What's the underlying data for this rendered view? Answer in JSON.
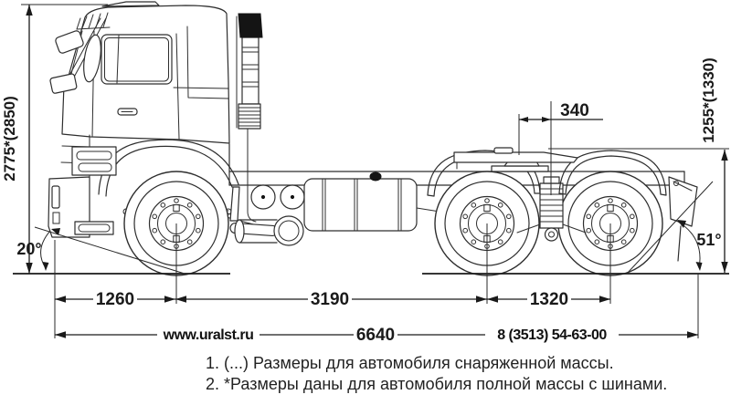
{
  "diagram": {
    "dimensions": {
      "overall_height": "2775*(2850)",
      "saddle_height": "1255*(1330)",
      "saddle_offset": "340",
      "approach_angle": "20°",
      "departure_angle": "51°",
      "front_overhang": "1260",
      "wheelbase": "3190",
      "rear_bogie_base": "1320",
      "overall_length": "6640"
    },
    "branding": {
      "website": "www.uralst.ru",
      "phone": "8 (3513) 54-63-00"
    },
    "notes": {
      "note1": "1. (...) Размеры для автомобиля снаряженной массы.",
      "note2": "2. *Размеры даны для автомобиля полной массы с шинами."
    },
    "colors": {
      "line": "#2a2a2a",
      "background": "#ffffff"
    }
  }
}
